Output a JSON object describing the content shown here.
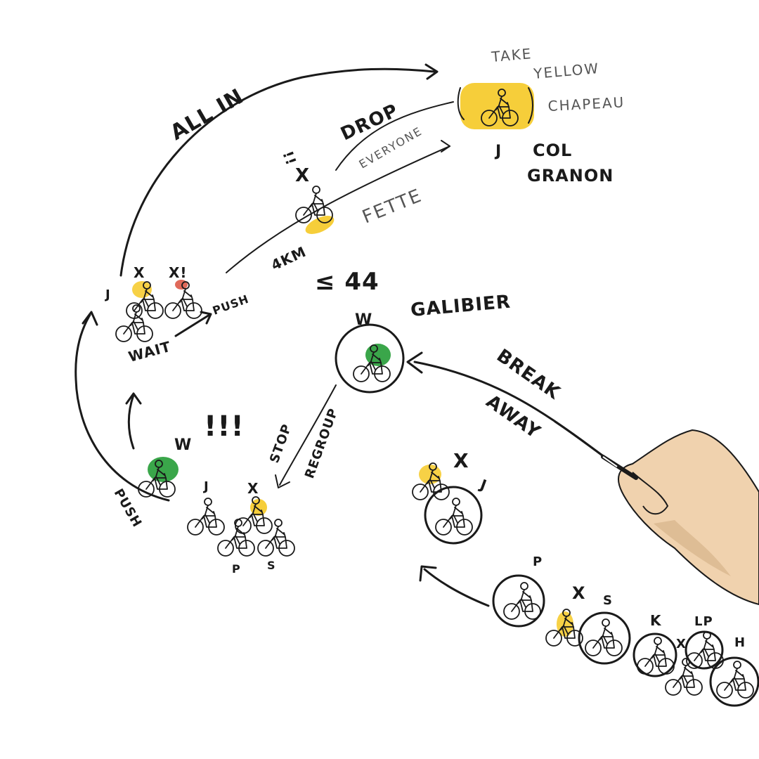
{
  "colors": {
    "ink": "#1a1a1a",
    "yellow": "#f5c518",
    "yellow_light": "#f7d97a",
    "green": "#3aa64a",
    "red": "#e06a5a",
    "skin": "#f0d2ae",
    "skin_shadow": "#d9b88f"
  },
  "labels": {
    "take": "TAKE",
    "yellow": "YELLOW",
    "chapeau": "CHAPEAU",
    "col": "COL",
    "granon": "GRANON",
    "all_in": "ALL IN",
    "drop": "DROP",
    "everyone": "EVERYONE",
    "fette": "FETTE",
    "four_km": "4KM",
    "le_44": "≤ 44",
    "galibier": "GALIBIER",
    "break": "BREAK",
    "away": "AWAY",
    "stop": "STOP",
    "regroup": "REGROUP",
    "push_top": "PUSH",
    "push_bottom": "PUSH",
    "wait": "WAIT",
    "exclaim": "!!!",
    "x_smile": "X",
    "x_smile_mark": "!!",
    "rider_j_top": "J",
    "rider_j_granon": "J",
    "rider_x_top": "X",
    "rider_x1": "X!",
    "rider_w_galibier": "W",
    "rider_w_bottom": "W",
    "rider_j_bottom": "J",
    "rider_x_bottom": "X",
    "rider_p_bottom": "P",
    "rider_s_bottom": "S",
    "rider_x_mid": "X",
    "rider_j_mid": "J",
    "rider_p_group": "P",
    "rider_x_group": "X",
    "rider_s_group": "S",
    "rider_k_group": "K",
    "rider_x_group2": "X",
    "rider_lp_group": "LP",
    "rider_h_group": "H"
  }
}
